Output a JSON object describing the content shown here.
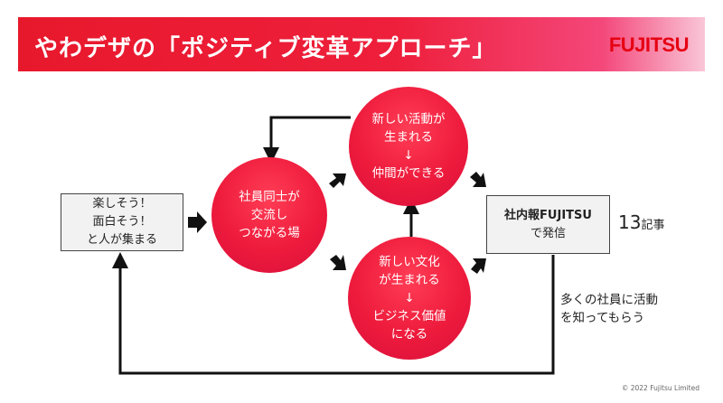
{
  "title": "やわデザの「ポジティブ変革アプローチ」",
  "logo": "FUJITSU",
  "nodes": {
    "fun_box": "楽しそう！\n面白そう！\nと人が集まる",
    "employee_circle": "社員同士が\n交流し\nつながる場",
    "activity_circle": "新しい活動が\n生まれる\n↓\n仲間ができる",
    "culture_circle": "新しい文化\nが生まれる\n↓\nビジネス価値\nになる",
    "newsletter_box_line1": "社内報FUJITSU",
    "newsletter_box_line2": "で発信"
  },
  "article_count": {
    "number": "13",
    "unit": "記事"
  },
  "note": "多くの社員に活動\nを知ってもらう",
  "copyright": "© 2022 Fujitsu Limited",
  "colors": {
    "accent": "#e8182c",
    "logo": "#e60012",
    "arrow": "#111111"
  }
}
